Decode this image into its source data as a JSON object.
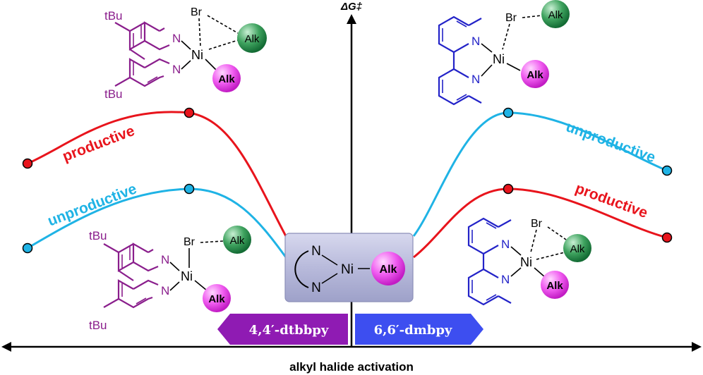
{
  "axes": {
    "y_label": "ΔG‡",
    "x_label": "alkyl halide activation"
  },
  "center_complex": {
    "metal": "Ni",
    "ligand_N_top": "N",
    "ligand_N_bottom": "N",
    "alkyl": "Alk"
  },
  "ligand_tags": {
    "left": "4,4′-dtbbpy",
    "right": "6,6′-dmbpy"
  },
  "curve_labels": {
    "left_upper": "productive",
    "left_lower": "unproductive",
    "right_upper": "unproductive",
    "right_lower": "productive"
  },
  "structures": {
    "metal": "Ni",
    "nitrogen": "N",
    "halide": "Br",
    "alkyl": "Alk",
    "tbu": "tBu"
  },
  "colors": {
    "red": "#e8141c",
    "cyan": "#1fb3e5",
    "purple": "#8a1e8c",
    "blue": "#2323c8",
    "tag_purple": "#8f1bb3",
    "tag_blue": "#3d4ef0",
    "magenta_ball": "#ea35ea",
    "green_ball": "#2a8b4a",
    "center_box": "#b4b6d8"
  }
}
